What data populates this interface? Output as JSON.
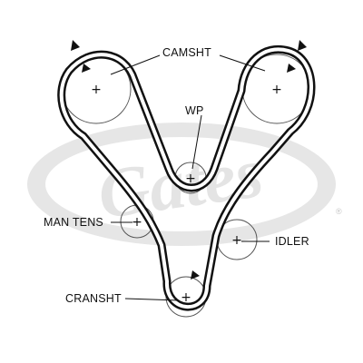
{
  "brand": {
    "watermark_text": "Gates",
    "registered_mark": "®"
  },
  "labels": {
    "camshaft": "CAMSHT",
    "water_pump": "WP",
    "manual_tensioner": "MAN TENS",
    "idler": "IDLER",
    "crankshaft": "CRANSHT"
  },
  "pulleys": [
    {
      "id": "camshaft-left",
      "label_key": "camshaft",
      "has_rotation_mark": true
    },
    {
      "id": "camshaft-right",
      "label_key": "camshaft",
      "has_rotation_mark": true
    },
    {
      "id": "water-pump",
      "label_key": "water_pump",
      "has_rotation_mark": false
    },
    {
      "id": "manual-tensioner",
      "label_key": "manual_tensioner",
      "has_rotation_mark": false
    },
    {
      "id": "idler",
      "label_key": "idler",
      "has_rotation_mark": false
    },
    {
      "id": "crankshaft",
      "label_key": "crankshaft",
      "has_rotation_mark": true
    }
  ],
  "center_symbol": "+",
  "colors": {
    "belt": "#111111",
    "pulley_outline": "#555555",
    "watermark": "#e4e4e4",
    "label": "#111111"
  }
}
